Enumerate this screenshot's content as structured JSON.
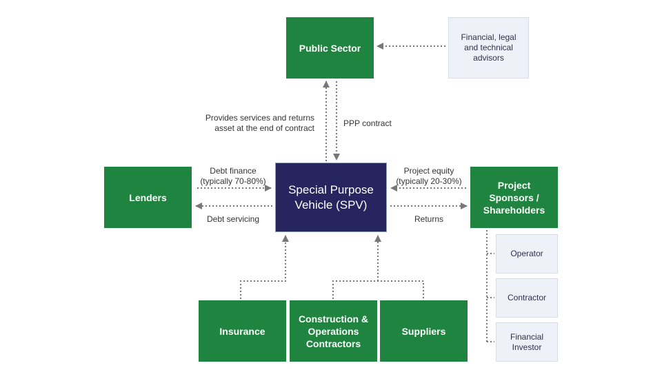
{
  "boxes": {
    "public_sector": "Public Sector",
    "advisors": "Financial, legal and technical advisors",
    "lenders": "Lenders",
    "spv": "Special Purpose Vehicle (SPV)",
    "sponsors": "Project Sponsors / Shareholders",
    "insurance": "Insurance",
    "construction": "Construction & Operations Contractors",
    "suppliers": "Suppliers",
    "operator": "Operator",
    "contractor": "Contractor",
    "financial_investor": "Financial Investor"
  },
  "labels": {
    "provides_services": "Provides services and returns asset at the end of contract",
    "ppp_contract": "PPP contract",
    "debt_finance": "Debt finance (typically 70-80%)",
    "debt_servicing": "Debt servicing",
    "project_equity": "Project equity (typically 20-30%)",
    "returns": "Returns"
  },
  "colors": {
    "green": "#1f843f",
    "navy": "#272560",
    "light": "#eef2f8",
    "connector": "#777777"
  }
}
